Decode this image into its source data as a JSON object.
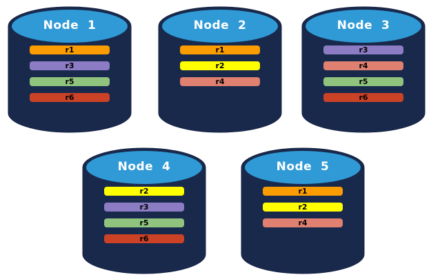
{
  "colors": {
    "background": "#FFFFFF",
    "cylinder_body": "#19294C",
    "cylinder_outline": "#142142",
    "cylinder_top": "#2F9AD6",
    "title_text": "#FFFFFF",
    "bar_text": "#000000"
  },
  "replica_colors": {
    "r1": "#FB9D00",
    "r2": "#FFFF00",
    "r3": "#8C7CC4",
    "r4": "#DF8070",
    "r5": "#90C47E",
    "r6": "#CB4226"
  },
  "nodes": [
    {
      "title": "Node  1",
      "replicas": [
        "r1",
        "r3",
        "r5",
        "r6"
      ]
    },
    {
      "title": "Node  2",
      "replicas": [
        "r1",
        "r2",
        "r4"
      ]
    },
    {
      "title": "Node  3",
      "replicas": [
        "r3",
        "r4",
        "r5",
        "r6"
      ]
    },
    {
      "title": "Node  4",
      "replicas": [
        "r2",
        "r3",
        "r5",
        "r6"
      ]
    },
    {
      "title": "Node  5",
      "replicas": [
        "r1",
        "r2",
        "r4"
      ]
    }
  ]
}
